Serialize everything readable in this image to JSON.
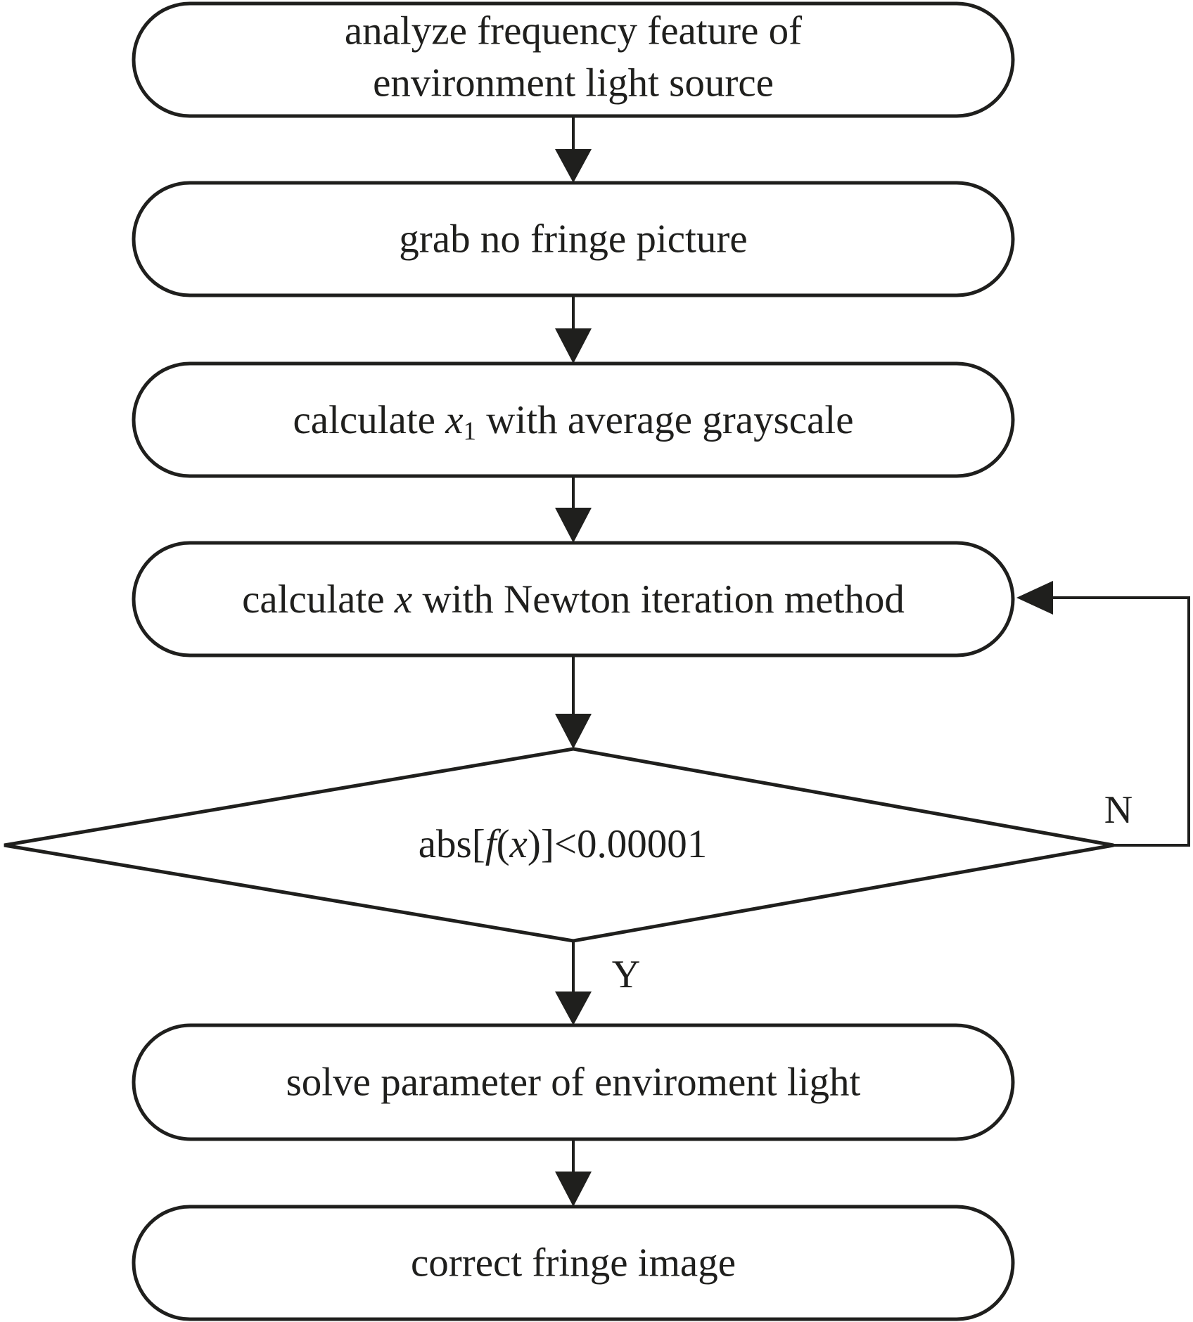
{
  "figure": {
    "type": "flowchart",
    "background": "#ffffff",
    "line_color": "#1f1f1d"
  },
  "nodes": [
    {
      "id": "analyze",
      "shape": "stadium",
      "line1": "analyze frequency feature of",
      "line2": "environment light source"
    },
    {
      "id": "grab",
      "shape": "stadium",
      "label": "grab no fringe picture"
    },
    {
      "id": "calc_x1",
      "shape": "stadium",
      "parts": [
        "calculate ",
        "x",
        "1",
        " with average grayscale"
      ]
    },
    {
      "id": "calc_x",
      "shape": "stadium",
      "parts": [
        "calculate ",
        "x",
        " with Newton iteration method"
      ]
    },
    {
      "id": "solve",
      "shape": "stadium",
      "label": "solve parameter of enviroment light"
    },
    {
      "id": "correct",
      "shape": "stadium",
      "label": "correct fringe image"
    }
  ],
  "decision": {
    "shape": "diamond",
    "parts": [
      "abs[",
      "f",
      "(",
      "x",
      ")",
      "]<0.00001"
    ]
  },
  "branch_labels": {
    "yes": "Y",
    "no": "N"
  }
}
